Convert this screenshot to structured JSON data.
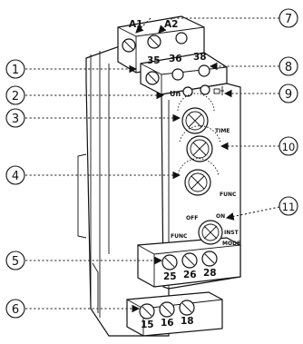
{
  "callouts": [
    "1",
    "2",
    "3",
    "4",
    "5",
    "6",
    "7",
    "8",
    "9",
    "10",
    "11"
  ],
  "terminals": {
    "top_a1": "A1",
    "top_a2": "A2",
    "top_35": "35",
    "top_36": "36",
    "top_38": "38",
    "mid_25": "25",
    "mid_26": "26",
    "mid_28": "28",
    "bot_15": "15",
    "bot_16": "16",
    "bot_18": "18"
  },
  "front": {
    "un": "Un",
    "time": "TIME",
    "func": "FUNC",
    "off": "OFF",
    "on": "ON",
    "inst": "INST",
    "mode": "MODE"
  },
  "colors": {
    "line": "#111111",
    "background": "#ffffff"
  }
}
